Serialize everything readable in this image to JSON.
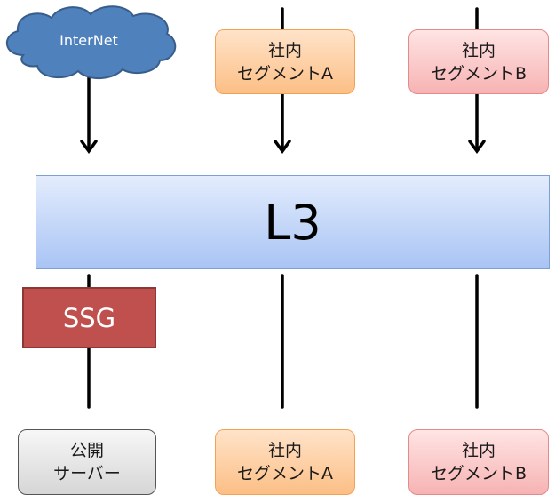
{
  "colors": {
    "cloud_fill": "#4f81bd",
    "orange_fill": "#fcbf86",
    "pink_fill": "#f7b3b3",
    "gray_fill": "#d9d9d9",
    "l3_fill": "#c5d7f8",
    "ssg_fill": "#c0504d",
    "connector": "#000000"
  },
  "icons": {
    "cloud": "cloud-icon"
  },
  "nodes": {
    "internet": {
      "label": "InterNet"
    },
    "segment_a_top": {
      "line1": "社内",
      "line2": "セグメントA"
    },
    "segment_b_top": {
      "line1": "社内",
      "line2": "セグメントB"
    },
    "l3": {
      "label": "L3"
    },
    "ssg": {
      "label": "SSG"
    },
    "public_server": {
      "line1": "公開",
      "line2": "サーバー"
    },
    "segment_a_bottom": {
      "line1": "社内",
      "line2": "セグメントA"
    },
    "segment_b_bottom": {
      "line1": "社内",
      "line2": "セグメントB"
    }
  }
}
